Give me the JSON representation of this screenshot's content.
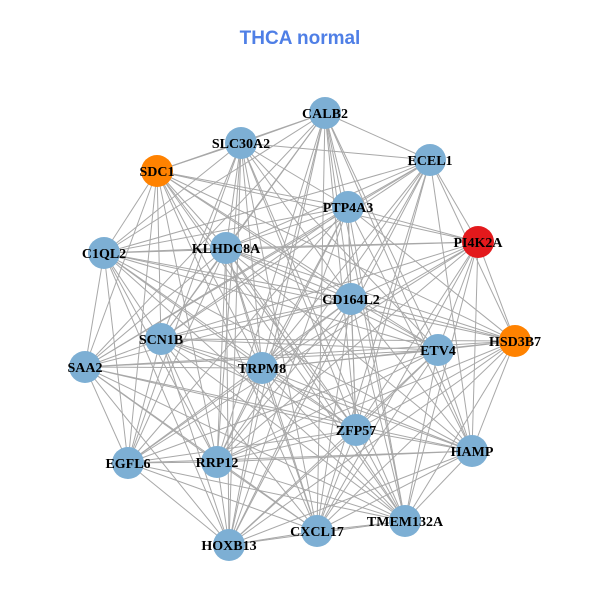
{
  "title": "THCA normal",
  "colors": {
    "title": "#4F7FE6",
    "edge": "#A8A8A8",
    "normal": "#7DAFD4",
    "orange": "#FF8200",
    "red": "#E3191C"
  },
  "nodes": [
    {
      "label": "CALB2",
      "color": "normal"
    },
    {
      "label": "SLC30A2",
      "color": "normal"
    },
    {
      "label": "SDC1",
      "color": "orange"
    },
    {
      "label": "ECEL1",
      "color": "normal"
    },
    {
      "label": "PTP4A3",
      "color": "normal"
    },
    {
      "label": "PI4K2A",
      "color": "red"
    },
    {
      "label": "C1QL2",
      "color": "normal"
    },
    {
      "label": "KLHDC8A",
      "color": "normal"
    },
    {
      "label": "CD164L2",
      "color": "normal"
    },
    {
      "label": "HSD3B7",
      "color": "orange"
    },
    {
      "label": "SCN1B",
      "color": "normal"
    },
    {
      "label": "ETV4",
      "color": "normal"
    },
    {
      "label": "SAA2",
      "color": "normal"
    },
    {
      "label": "TRPM8",
      "color": "normal"
    },
    {
      "label": "ZFP57",
      "color": "normal"
    },
    {
      "label": "HAMP",
      "color": "normal"
    },
    {
      "label": "EGFL6",
      "color": "normal"
    },
    {
      "label": "RRP12",
      "color": "normal"
    },
    {
      "label": "HOXB13",
      "color": "normal"
    },
    {
      "label": "CXCL17",
      "color": "normal"
    },
    {
      "label": "TMEM132A",
      "color": "normal"
    }
  ],
  "adjacency": [
    [
      1,
      2,
      3,
      4,
      6,
      7,
      8,
      10,
      11,
      12,
      13,
      14,
      15,
      17,
      18,
      19,
      20
    ],
    [
      2,
      3,
      4,
      6,
      7,
      8,
      10,
      11,
      13,
      14,
      16,
      17,
      18,
      19,
      20
    ],
    [
      4,
      5,
      6,
      7,
      8,
      9,
      10,
      11,
      12,
      13,
      14,
      16,
      17,
      19,
      20
    ],
    [
      4,
      5,
      6,
      7,
      8,
      9,
      10,
      12,
      13,
      14,
      15,
      17,
      18,
      19
    ],
    [
      5,
      6,
      7,
      8,
      9,
      10,
      12,
      13,
      14,
      15,
      16,
      17,
      18,
      20
    ],
    [
      6,
      7,
      8,
      9,
      10,
      11,
      13,
      14,
      15,
      16,
      17,
      19,
      20
    ],
    [
      7,
      8,
      9,
      10,
      11,
      12,
      13,
      14,
      15,
      16,
      17,
      18,
      20
    ],
    [
      8,
      9,
      10,
      11,
      12,
      13,
      14,
      15,
      16,
      17,
      18,
      19,
      20
    ],
    [
      9,
      10,
      11,
      12,
      13,
      14,
      15,
      16,
      17,
      18,
      19,
      20
    ],
    [
      10,
      11,
      12,
      13,
      14,
      15,
      17,
      18,
      19,
      20
    ],
    [
      11,
      12,
      13,
      14,
      15,
      16,
      17,
      18,
      19,
      20
    ],
    [
      12,
      13,
      14,
      15,
      16,
      17,
      18,
      19,
      20
    ],
    [
      13,
      14,
      15,
      16,
      17,
      18,
      19,
      20
    ],
    [
      14,
      15,
      16,
      17,
      18,
      19,
      20
    ],
    [
      15,
      16,
      17,
      18,
      19,
      20
    ],
    [
      16,
      17,
      18,
      19,
      20
    ],
    [
      17,
      18,
      19,
      20
    ],
    [
      18,
      19,
      20
    ],
    [
      19,
      20
    ],
    [
      20
    ],
    []
  ]
}
